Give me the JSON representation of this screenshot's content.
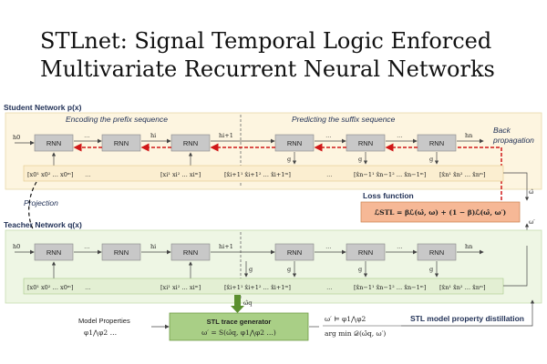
{
  "title": {
    "line1": "STLnet: Signal Temporal Logic Enforced",
    "line2": "Multivariate Recurrent Neural Networks"
  },
  "student": {
    "label": "Student Network p(x)",
    "encoding": "Encoding the prefix sequence",
    "predicting": "Predicting the suffix sequence",
    "back_propagation_1": "Back",
    "back_propagation_2": "propagation",
    "h0": "h0",
    "hi": "hi",
    "hi1": "hi+1",
    "hn": "hn",
    "g": "g",
    "dots": "…",
    "omega_hat": "ω̂",
    "seq1": "[x0¹ x0² … x0ᵐ]",
    "seq2": "[xi¹ xi² … xiᵐ]",
    "seq3": "[x̂i+1¹ x̂i+1² … x̂i+1ᵐ]",
    "seq4": "[x̂n−1¹ x̂n−1² … x̂n−1ᵐ]",
    "seq5": "[x̂n¹ x̂n² … x̂nᵐ]"
  },
  "loss": {
    "title": "Loss function",
    "formula": "ℒSTL = βℒ(ω̂, ω) + (1 − β)ℒ(ω̂, ω′)"
  },
  "projection": "Projection",
  "teacher": {
    "label": "Teacher Network q(x)",
    "h0": "h0",
    "hi": "hi",
    "hi1": "hi+1",
    "hn": "hn",
    "g": "g",
    "omega_prime": "ω′",
    "omega_q": "ω̂q",
    "seq1": "[x0¹ x0² … x0ᵐ]",
    "seq2": "[xi¹ xi² … xiᵐ]",
    "seq3": "[x̂i+1¹ x̂i+1² … x̂i+1ᵐ]",
    "seq4": "[x̂n−1¹ x̂n−1² … x̂n−1ᵐ]",
    "seq5": "[x̂n¹ x̂n² … x̂nᵐ]"
  },
  "rnn_label": "RNN",
  "model_properties": {
    "label": "Model Properties",
    "formula": "φ1⋀φ2 …"
  },
  "stl_generator": {
    "title": "STL trace generator",
    "formula": "ω′ = S(ω̂q, φ1⋀φ2 …)"
  },
  "distillation": {
    "formula1": "ω′ ⊨ φ1⋀φ2",
    "formula2": "arg min 𝒟(ω̂q, ω′)",
    "label": "STL model property distillation"
  },
  "colors": {
    "student_bg": "#fdf5e0",
    "teacher_bg": "#eef6e4",
    "rnn_fill": "#c8c8c8",
    "loss_fill": "#f6b896",
    "generator_fill": "#a9cf86",
    "back_prop": "#d01818",
    "text_blue": "#1f2f55"
  }
}
